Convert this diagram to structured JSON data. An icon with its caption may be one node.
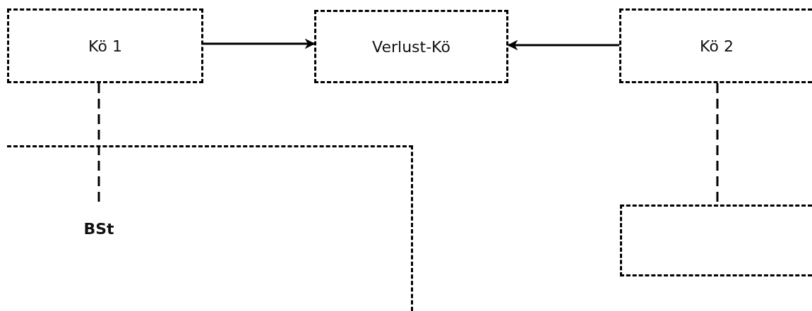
{
  "diagram": {
    "nodes": [
      {
        "text": [
          "Kö 1"
        ]
      },
      {
        "text": [
          "Verlust-Kö"
        ]
      },
      {
        "text": [
          "Kö 2"
        ]
      },
      {
        "text": [],
        "shape": "box"
      },
      {
        "text": [],
        "shape": "box"
      },
      {
        "text": [
          "BSt"
        ],
        "in": 3
      }
    ],
    "edges": [
      {
        "from": 0,
        "to": 1,
        "arrow": "to"
      },
      {
        "from": 2,
        "to": 1,
        "arrow": "to"
      },
      {
        "from": 0,
        "to": 5,
        "arrow": "none",
        "style": "dashed"
      },
      {
        "from": 2,
        "to": 4,
        "arrow": "none",
        "style": "dashed"
      }
    ]
  }
}
